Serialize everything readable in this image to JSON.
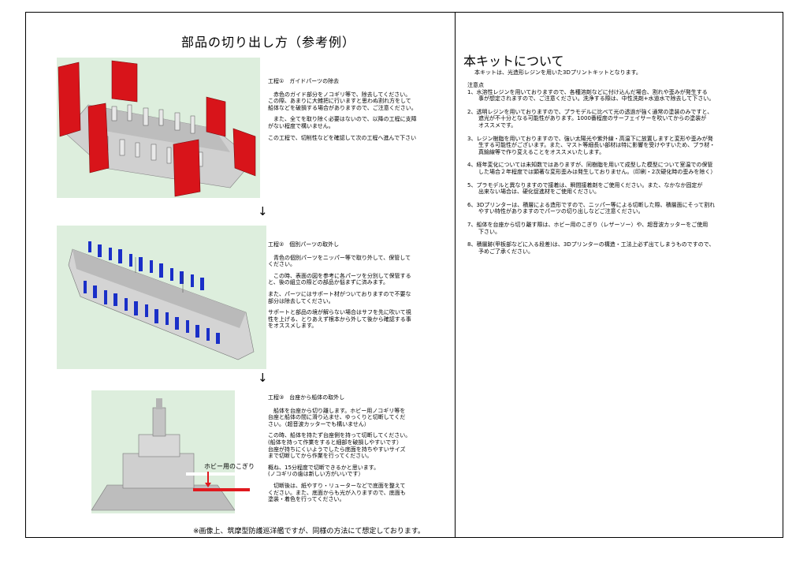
{
  "left": {
    "title": "部品の切り出し方（参考例）",
    "steps": [
      {
        "heading": "工程①　ガイドパーツの除去",
        "paragraphs": [
          "　赤色のガイド部分をノコギリ等で、除去してください。\nこの際、あまりに大雑把に行いますと思わぬ割れ方をして\n船体などを破損する場合がありますので、ご注意ください。",
          "　また、全てを取り除く必要はないので、以降の工程に支障\nがない程度で構いません。",
          "この工程で、切削性などを確認して次の工程へ進んで下さい"
        ]
      },
      {
        "heading": "工程②　個別パーツの取外し",
        "paragraphs": [
          "　青色の個別パーツをニッパー等で取り外して、保管して\nください。",
          "　この時、表面の図を参考に各パーツを分別して保管する\nと、後の組立の際どの部品か悩まずに済みます。",
          "また、パーツにはサポート材がついておりますので不要な\n部分は除去してください。",
          "サポートと部品の境が解らない場合はサフを先に吹いて視\n性を上げる、とりあえず根本から外して後から確認する事\nをオススメします。"
        ]
      },
      {
        "heading": "工程③　台座から船体の取外し",
        "paragraphs": [
          "　船体を台座から切り離します。ホビー用ノコギリ等を\n台座と船体の間に滑り込ませ、ゆっくりと切断してくだ\nさい。（超音波カッターでも構いません）",
          "この時、船体を持たず台座側を持って切断してください。\n(船体を持って作業をすると細部を破損しやすいです）\n台座が持ちにくいようでしたら底面を持ちやすいサイズ\nまで切断してから作業を行ってください。",
          "概ね、15分程度で切断できるかと思います。\n(ノコギリの歯は新しい方がいいです）",
          "　切断後は、紙やすり・リューターなどで底面を整えて\nください。また、底面からも光が入りますので、底面も\n塗装・着色を行ってください。"
        ]
      }
    ],
    "arrow": "↓",
    "saw_label": "ホビー用のこぎり",
    "bottom_note": "※画像上、筑摩型防護巡洋艦ですが、同様の方法にて想定しております。"
  },
  "right": {
    "title": "本キットについて",
    "intro": "本キットは、光造形レジンを用いた3Dプリントキットとなります。",
    "notes_heading": "注意点",
    "notes": [
      "1、水溶性レジンを用いておりますので、各種溶剤などに付け込んだ場合、割れや歪みが発生する\n　　事が想定されますので、ご注意ください。洗浄する際は、中性洗剤+水道水で除去して下さい。",
      "2、透明レジンを用いておりますので、プラモデルに比べて光の透過が強く通常の塗装のみですと、\n　　遮光が不十分となる可能性があります。1000番程度のサーフェイサーを吹いてからの塗装が\n　　オススメです。",
      "3、レジン樹脂を用いておりますので、強い太陽光や紫外線・高温下に放置しますと変形や歪みが発\n　　生する可能性がございます。また、マスト等細長い部材は特に影響を受けやすいため、プラ材・\n　　真鍮線等で作り変えることをオススメいたします。",
      "4、経年変化については未知数ではありますが、同樹脂を用いて成型した模型について室温での保管\n　　した場合２年程度では顕著な変形歪みは発生しておりません。（印刷・2次硬化時の歪みを除く）",
      "5、プラモデルと異なりますので接着は、瞬間接着剤をご使用ください。また、なかなか固定が\n　　出来ない場合は、硬化促進材をご使用ください。",
      "6、3Dプリンターは、積層による造形ですので、ニッパー等による切断した際、積層面にそって割れ\n　　やすい特性がありますのでパーツの切り出しなどご注意ください。",
      "7、船体を台座から切り離す際は、ホビー用のこぎり（レザーソー）や、超音波カッターをご使用\n　　下さい。",
      "8、積層跡(甲板部などに入る段差)は、3Dプリンターの構造・工法上必ず出てしまうものですので、\n　　予めご了承ください。"
    ]
  },
  "colors": {
    "guide_red": "#d8141a",
    "parts_blue": "#1a2fc8",
    "hull_gray": "#c8c8c8",
    "panel_bg": "#ddeedd",
    "saw_red": "#e0191e"
  }
}
